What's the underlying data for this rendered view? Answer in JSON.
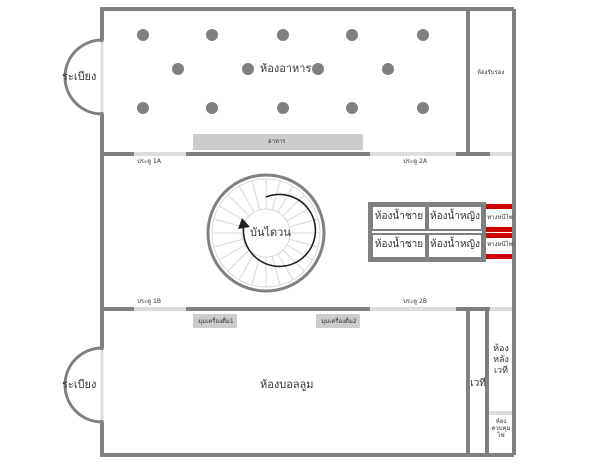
{
  "rooms": {
    "balcony_top": "ระเบียง",
    "dining_room": "ห้องอาหาร",
    "reception_room": "ห้องรับรอง",
    "food_counter": "อาหาร",
    "gate_1a": "ประตู 1A",
    "gate_2a": "ประตู 2A",
    "spiral_stair": "บันไดวน",
    "restroom_men_1": "ห้องน้ำชาย",
    "restroom_women_1": "ห้องน้ำหญิง",
    "restroom_men_2": "ห้องน้ำชาย",
    "restroom_women_2": "ห้องน้ำหญิง",
    "fire_exit_1": "ทางหนีไฟ",
    "fire_exit_2": "ทางหนีไฟ",
    "gate_1b": "ประตู 1B",
    "gate_2b": "ประตู 2B",
    "drink_corner_1": "มุมเครื่องดื่ม1",
    "drink_corner_2": "มุมเครื่องดื่ม2",
    "ballroom": "ห้องบอลลูม",
    "balcony_bottom": "ระเบียง",
    "stage": "เวที",
    "backstage": "ห้องหลังเวที",
    "lighting_control": "ห้องควบคุมไฟ"
  },
  "colors": {
    "wall": "#808080",
    "pillar": "#808080",
    "counter": "#cccccc",
    "gate": "#dddddd",
    "fire_exit": "#cc0000"
  }
}
